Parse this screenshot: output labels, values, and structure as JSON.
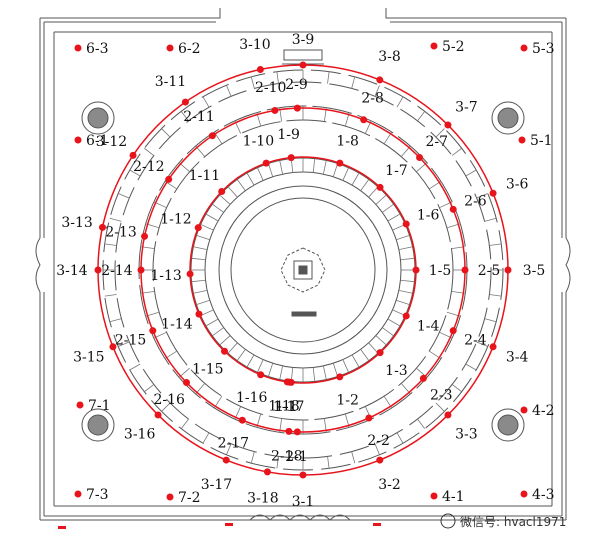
{
  "colors": {
    "accent": "#e8141b",
    "structure": "#555555",
    "background": "#ffffff"
  },
  "rings": [
    {
      "name": "ring-1",
      "points": [
        {
          "label": "1-1",
          "angle": 97
        },
        {
          "label": "1-2",
          "angle": 71
        },
        {
          "label": "1-3",
          "angle": 47
        },
        {
          "label": "1-4",
          "angle": 24
        },
        {
          "label": "1-5",
          "angle": 0
        },
        {
          "label": "1-6",
          "angle": -24
        },
        {
          "label": "1-7",
          "angle": -47
        },
        {
          "label": "1-8",
          "angle": -71
        },
        {
          "label": "1-9",
          "angle": -96
        },
        {
          "label": "1-10",
          "angle": -109
        },
        {
          "label": "1-11",
          "angle": -136
        },
        {
          "label": "1-12",
          "angle": -158
        },
        {
          "label": "1-13",
          "angle": 178
        },
        {
          "label": "1-14",
          "angle": 157
        },
        {
          "label": "1-15",
          "angle": 134
        },
        {
          "label": "1-16",
          "angle": 112
        },
        {
          "label": "1-17",
          "angle": 96
        },
        {
          "label": "1-18",
          "angle": 98
        }
      ]
    },
    {
      "name": "ring-2",
      "points": [
        {
          "label": "2-1",
          "angle": 92
        },
        {
          "label": "2-2",
          "angle": 66
        },
        {
          "label": "2-3",
          "angle": 42
        },
        {
          "label": "2-4",
          "angle": 22
        },
        {
          "label": "2-5",
          "angle": 0
        },
        {
          "label": "2-6",
          "angle": -22
        },
        {
          "label": "2-7",
          "angle": -44
        },
        {
          "label": "2-8",
          "angle": -68
        },
        {
          "label": "2-9",
          "angle": -92
        },
        {
          "label": "2-10",
          "angle": -100
        },
        {
          "label": "2-11",
          "angle": -124
        },
        {
          "label": "2-12",
          "angle": -146
        },
        {
          "label": "2-13",
          "angle": -168
        },
        {
          "label": "2-14",
          "angle": 180
        },
        {
          "label": "2-15",
          "angle": 158
        },
        {
          "label": "2-16",
          "angle": 136
        },
        {
          "label": "2-17",
          "angle": 112
        },
        {
          "label": "2-18",
          "angle": 95
        }
      ]
    },
    {
      "name": "ring-3",
      "points": [
        {
          "label": "3-1",
          "angle": 90
        },
        {
          "label": "3-2",
          "angle": 68
        },
        {
          "label": "3-3",
          "angle": 45
        },
        {
          "label": "3-4",
          "angle": 22
        },
        {
          "label": "3-5",
          "angle": 0
        },
        {
          "label": "3-6",
          "angle": -22
        },
        {
          "label": "3-7",
          "angle": -45
        },
        {
          "label": "3-8",
          "angle": -68
        },
        {
          "label": "3-9",
          "angle": -90
        },
        {
          "label": "3-10",
          "angle": -102
        },
        {
          "label": "3-11",
          "angle": -125
        },
        {
          "label": "3-12",
          "angle": -146
        },
        {
          "label": "3-13",
          "angle": -168
        },
        {
          "label": "3-14",
          "angle": 180
        },
        {
          "label": "3-15",
          "angle": 158
        },
        {
          "label": "3-16",
          "angle": 135
        },
        {
          "label": "3-17",
          "angle": 112
        },
        {
          "label": "3-18",
          "angle": 100
        }
      ]
    }
  ],
  "corner_points": [
    "6-3",
    "6-2",
    "5-2",
    "5-3",
    "6-1",
    "5-1",
    "7-1",
    "4-2",
    "7-3",
    "7-2",
    "4-1",
    "4-3"
  ],
  "watermark": "微信号: hvacl1971"
}
